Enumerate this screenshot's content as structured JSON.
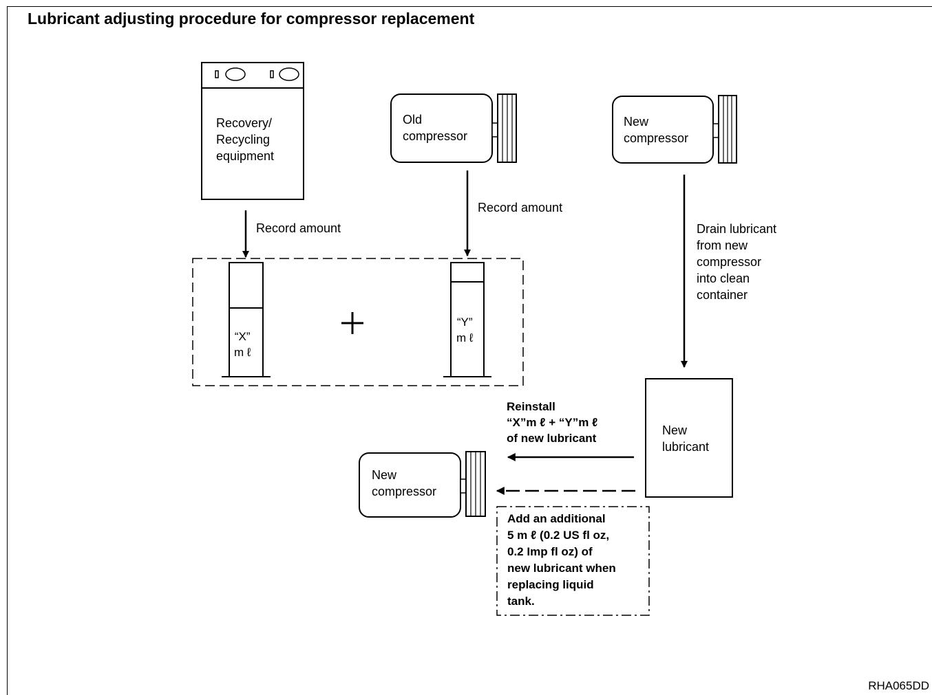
{
  "title": "Lubricant adjusting procedure for compressor replacement",
  "figure_code": "RHA065DD",
  "nodes": {
    "recovery_equipment": "Recovery/\nRecycling\nequipment",
    "old_compressor": "Old\ncompressor",
    "new_compressor_top": "New\ncompressor",
    "new_lubricant": "New\nlubricant",
    "new_compressor_bottom": "New\ncompressor"
  },
  "arrows": {
    "record_amount_left": "Record amount",
    "record_amount_right": "Record amount",
    "drain": "Drain lubricant\nfrom new\ncompressor\ninto clean\ncontainer",
    "reinstall": "Reinstall\n“X”m ℓ  +  “Y”m ℓ\nof new lubricant"
  },
  "containers": {
    "x_label": "“X”\nm ℓ",
    "y_label": "“Y”\nm ℓ",
    "operator": "+"
  },
  "note": "Add an additional\n5 m ℓ  (0.2 US fl oz,\n0.2 Imp fl oz) of\nnew lubricant when\nreplacing liquid\ntank."
}
